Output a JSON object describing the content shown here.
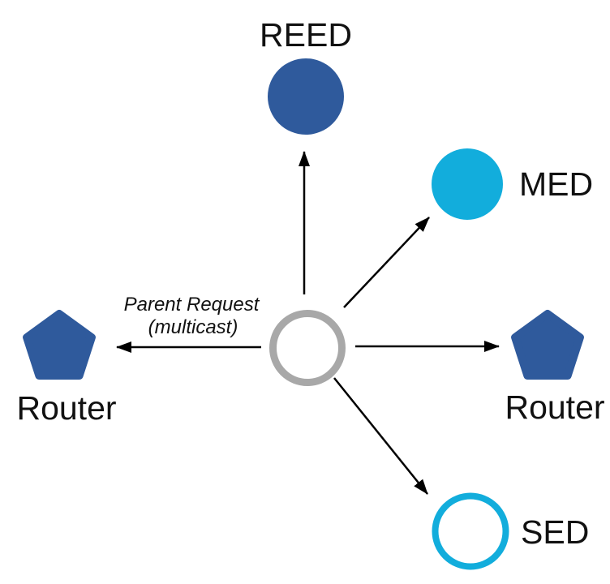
{
  "diagram": {
    "annotation": {
      "line1": "Parent Request",
      "line2": "(multicast)"
    },
    "nodes": {
      "reed": {
        "label": "REED",
        "shape": "filled-circle"
      },
      "med": {
        "label": "MED",
        "shape": "filled-circle"
      },
      "router_right": {
        "label": "Router",
        "shape": "pentagon"
      },
      "sed": {
        "label": "SED",
        "shape": "outlined-circle"
      },
      "router_left": {
        "label": "Router",
        "shape": "pentagon"
      },
      "center": {
        "shape": "outlined-circle"
      }
    },
    "colors": {
      "router_blue": "#2F5A9C",
      "cyan": "#12ADDC",
      "gray": "#A8A8A8",
      "arrow_black": "#000000",
      "text_black": "#111111"
    }
  }
}
